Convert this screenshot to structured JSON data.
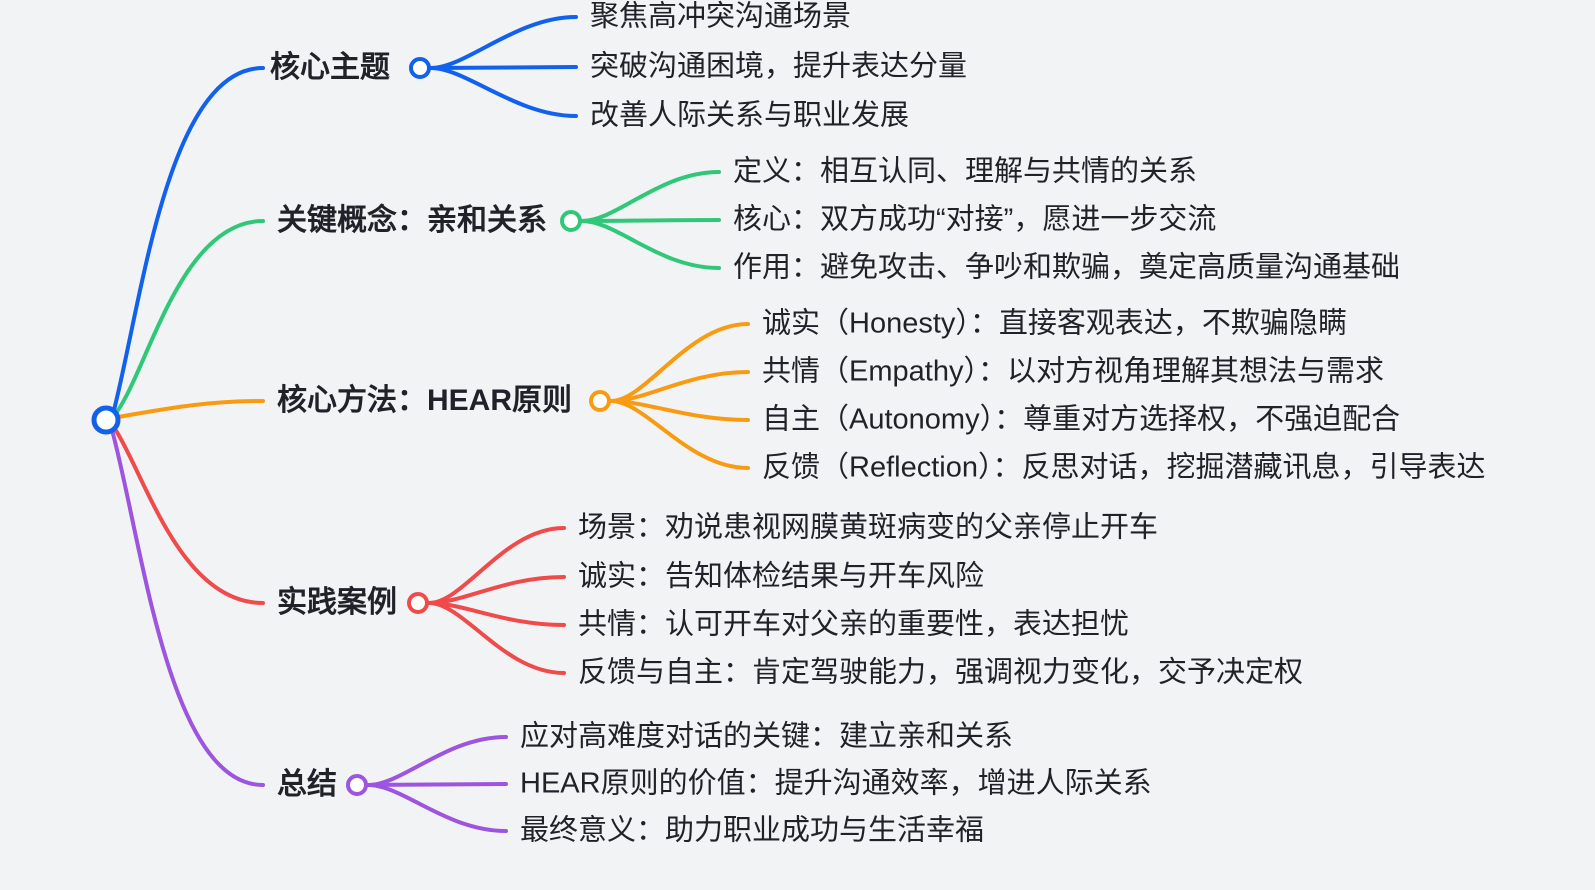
{
  "canvas": {
    "background_color": "#f2f3f5",
    "text_color": "#1f2329"
  },
  "mindmap": {
    "title_hint": "HEAR沟通原则思维导图",
    "root": {
      "name": "root-node",
      "color": "#1161ed"
    },
    "branches": [
      {
        "label": "核心主题",
        "color": "#1161ed",
        "children": [
          "聚焦高冲突沟通场景",
          "突破沟通困境，提升表达分量",
          "改善人际关系与职业发展"
        ]
      },
      {
        "label": "关键概念：亲和关系",
        "color": "#30c878",
        "children": [
          "定义：相互认同、理解与共情的关系",
          "核心：双方成功“对接”，愿进一步交流",
          "作用：避免攻击、争吵和欺骗，奠定高质量沟通基础"
        ]
      },
      {
        "label": "核心方法：HEAR原则",
        "color": "#f99b12",
        "children": [
          "诚实（Honesty）：直接客观表达，不欺骗隐瞒",
          "共情（Empathy）：以对方视角理解其想法与需求",
          "自主（Autonomy）：尊重对方选择权，不强迫配合",
          "反馈（Reflection）：反思对话，挖掘潜藏讯息，引导表达"
        ]
      },
      {
        "label": "实践案例",
        "color": "#ef4b4b",
        "children": [
          "场景：劝说患视网膜黄斑病变的父亲停止开车",
          "诚实：告知体检结果与开车风险",
          "共情：认可开车对父亲的重要性，表达担忧",
          "反馈与自主：肯定驾驶能力，强调视力变化，交予决定权"
        ]
      },
      {
        "label": "总结",
        "color": "#9d55e0",
        "children": [
          "应对高难度对话的关键：建立亲和关系",
          "HEAR原则的价值：提升沟通效率，增进人际关系",
          "最终意义：助力职业成功与生活幸福"
        ]
      }
    ]
  }
}
